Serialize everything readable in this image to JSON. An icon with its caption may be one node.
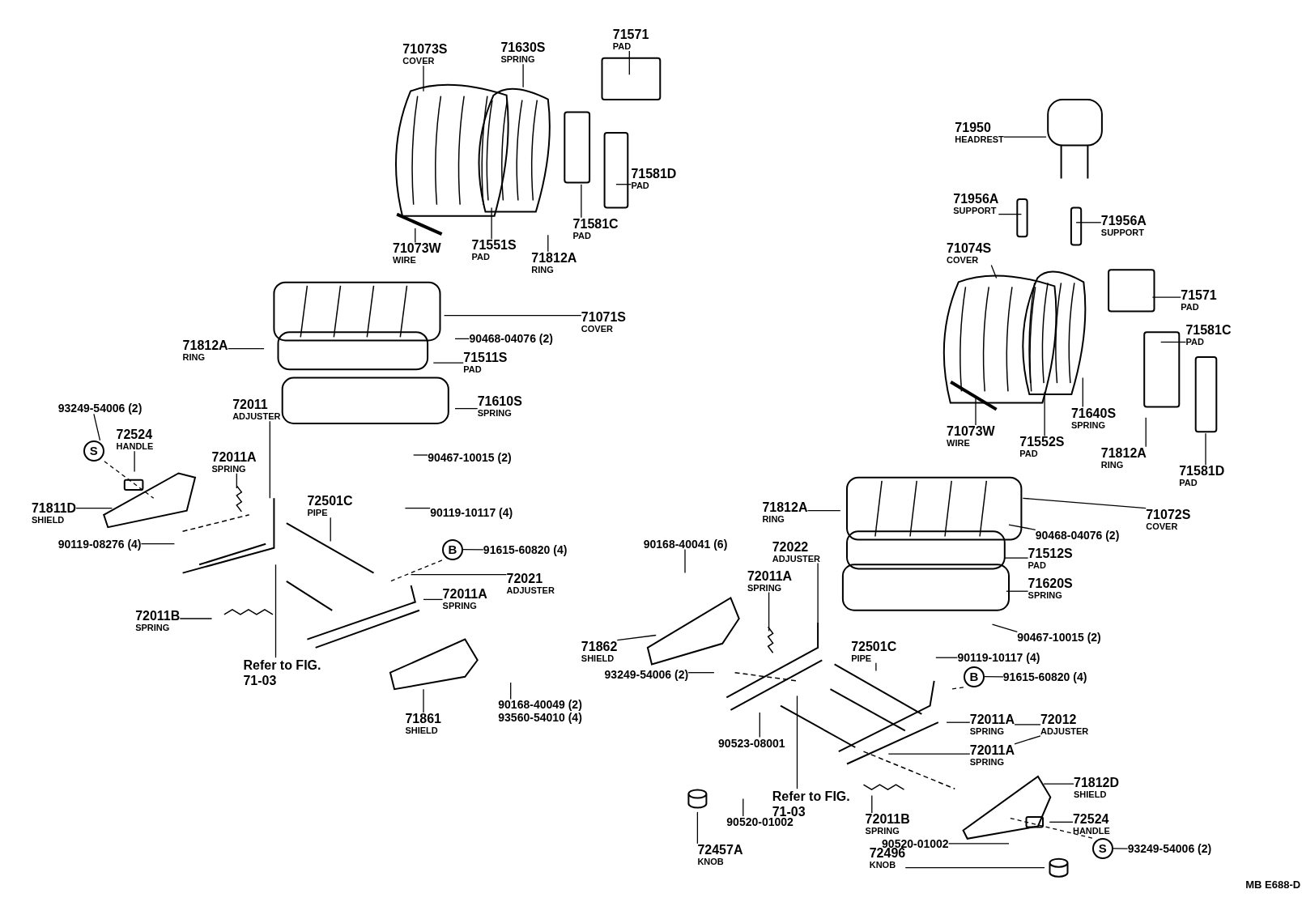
{
  "diagram": {
    "nodes": [
      {
        "text": [
          "71073S",
          "COVER"
        ]
      },
      {
        "text": [
          "71630S",
          "SPRING"
        ]
      },
      {
        "text": [
          "71571",
          "PAD"
        ]
      },
      {
        "text": [
          "71581D",
          "PAD"
        ]
      },
      {
        "text": [
          "71581C",
          "PAD"
        ]
      },
      {
        "text": [
          "71812A",
          "RING"
        ]
      },
      {
        "text": [
          "71073W",
          "WIRE"
        ]
      },
      {
        "text": [
          "71551S",
          "PAD"
        ]
      },
      {
        "text": [
          "71950",
          "HEADREST"
        ]
      },
      {
        "text": [
          "71956A",
          "SUPPORT"
        ]
      },
      {
        "text": [
          "71956A",
          "SUPPORT"
        ]
      },
      {
        "text": [
          "71074S",
          "COVER"
        ]
      },
      {
        "text": [
          "71571",
          "PAD"
        ]
      },
      {
        "text": [
          "71581C",
          "PAD"
        ]
      },
      {
        "text": [
          "71073W",
          "WIRE"
        ]
      },
      {
        "text": [
          "71552S",
          "PAD"
        ]
      },
      {
        "text": [
          "71640S",
          "SPRING"
        ]
      },
      {
        "text": [
          "71812A",
          "RING"
        ]
      },
      {
        "text": [
          "71581D",
          "PAD"
        ]
      },
      {
        "text": [
          "71071S",
          "COVER"
        ]
      },
      {
        "text": [
          "90468-04076 (2)"
        ]
      },
      {
        "text": [
          "71812A",
          "RING"
        ]
      },
      {
        "text": [
          "71511S",
          "PAD"
        ]
      },
      {
        "text": [
          "71610S",
          "SPRING"
        ]
      },
      {
        "text": [
          "90467-10015 (2)"
        ]
      },
      {
        "text": [
          "93249-54006 (2)"
        ]
      },
      {
        "text": [
          "S"
        ]
      },
      {
        "text": [
          "72524",
          "HANDLE"
        ]
      },
      {
        "text": [
          "72011",
          "ADJUSTER"
        ]
      },
      {
        "text": [
          "72011A",
          "SPRING"
        ]
      },
      {
        "text": [
          "71811D",
          "SHIELD"
        ]
      },
      {
        "text": [
          "72501C",
          "PIPE"
        ]
      },
      {
        "text": [
          "90119-10117 (4)"
        ]
      },
      {
        "text": [
          "B"
        ]
      },
      {
        "text": [
          "91615-60820 (4)"
        ]
      },
      {
        "text": [
          "72021",
          "ADJUSTER"
        ]
      },
      {
        "text": [
          "72011A",
          "SPRING"
        ]
      },
      {
        "text": [
          "90119-08276 (4)"
        ]
      },
      {
        "text": [
          "72011B",
          "SPRING"
        ]
      },
      {
        "text": [
          "Refer to FIG. 71-03"
        ]
      },
      {
        "text": [
          "90168-40049 (2)",
          "93560-54010 (4)"
        ]
      },
      {
        "text": [
          "71861",
          "SHIELD"
        ]
      },
      {
        "text": [
          "71812A",
          "RING"
        ]
      },
      {
        "text": [
          "71072S",
          "COVER"
        ]
      },
      {
        "text": [
          "90468-04076 (2)"
        ]
      },
      {
        "text": [
          "71512S",
          "PAD"
        ]
      },
      {
        "text": [
          "71620S",
          "SPRING"
        ]
      },
      {
        "text": [
          "90168-40041 (6)"
        ]
      },
      {
        "text": [
          "72022",
          "ADJUSTER"
        ]
      },
      {
        "text": [
          "72011A",
          "SPRING"
        ]
      },
      {
        "text": [
          "72501C",
          "PIPE"
        ]
      },
      {
        "text": [
          "90467-10015 (2)"
        ]
      },
      {
        "text": [
          "71862",
          "SHIELD"
        ]
      },
      {
        "text": [
          "93249-54006 (2)"
        ]
      },
      {
        "text": [
          "90119-10117 (4)"
        ]
      },
      {
        "text": [
          "B"
        ]
      },
      {
        "text": [
          "91615-60820 (4)"
        ]
      },
      {
        "text": [
          "72011A",
          "SPRING"
        ]
      },
      {
        "text": [
          "72012",
          "ADJUSTER"
        ]
      },
      {
        "text": [
          "72011A",
          "SPRING"
        ]
      },
      {
        "text": [
          "90523-08001"
        ]
      },
      {
        "text": [
          "Refer to FIG. 71-03"
        ]
      },
      {
        "text": [
          "71812D",
          "SHIELD"
        ]
      },
      {
        "text": [
          "72011B",
          "SPRING"
        ]
      },
      {
        "text": [
          "72524",
          "HANDLE"
        ]
      },
      {
        "text": [
          "90520-01002"
        ]
      },
      {
        "text": [
          "72457A",
          "KNOB"
        ]
      },
      {
        "text": [
          "90520-01002"
        ]
      },
      {
        "text": [
          "S"
        ]
      },
      {
        "text": [
          "93249-54006 (2)"
        ]
      },
      {
        "text": [
          "72496",
          "KNOB"
        ]
      }
    ],
    "edges": [
      {
        "from": 0,
        "to": null,
        "arrow": "none"
      },
      {
        "from": 1,
        "to": null,
        "arrow": "none"
      },
      {
        "from": 2,
        "to": null,
        "arrow": "none"
      },
      {
        "from": 3,
        "to": null,
        "arrow": "none"
      },
      {
        "from": 4,
        "to": null,
        "arrow": "none"
      },
      {
        "from": 5,
        "to": null,
        "arrow": "none"
      },
      {
        "from": 6,
        "to": null,
        "arrow": "none"
      },
      {
        "from": 7,
        "to": null,
        "arrow": "none"
      },
      {
        "from": 8,
        "to": null,
        "arrow": "none"
      },
      {
        "from": 9,
        "to": null,
        "arrow": "none"
      },
      {
        "from": 10,
        "to": null,
        "arrow": "none"
      },
      {
        "from": 11,
        "to": null,
        "arrow": "none"
      },
      {
        "from": 12,
        "to": null,
        "arrow": "none"
      },
      {
        "from": 13,
        "to": null,
        "arrow": "none"
      },
      {
        "from": 14,
        "to": null,
        "arrow": "none"
      },
      {
        "from": 15,
        "to": null,
        "arrow": "none"
      },
      {
        "from": 16,
        "to": null,
        "arrow": "none"
      },
      {
        "from": 17,
        "to": null,
        "arrow": "none"
      },
      {
        "from": 18,
        "to": null,
        "arrow": "none"
      },
      {
        "from": 19,
        "to": null,
        "arrow": "none"
      },
      {
        "from": 20,
        "to": null,
        "arrow": "none"
      },
      {
        "from": 21,
        "to": null,
        "arrow": "none"
      },
      {
        "from": 22,
        "to": null,
        "arrow": "none"
      },
      {
        "from": 23,
        "to": null,
        "arrow": "none"
      },
      {
        "from": 24,
        "to": null,
        "arrow": "none"
      },
      {
        "from": 25,
        "to": 26,
        "arrow": "none"
      },
      {
        "from": 26,
        "to": null,
        "arrow": "none",
        "style": "dashed"
      },
      {
        "from": 27,
        "to": null,
        "arrow": "none"
      },
      {
        "from": 28,
        "to": null,
        "arrow": "none"
      },
      {
        "from": 29,
        "to": null,
        "arrow": "none"
      },
      {
        "from": 30,
        "to": null,
        "arrow": "none"
      },
      {
        "from": 31,
        "to": null,
        "arrow": "none"
      },
      {
        "from": 32,
        "to": null,
        "arrow": "none"
      },
      {
        "from": 34,
        "to": 33,
        "arrow": "none"
      },
      {
        "from": 33,
        "to": null,
        "arrow": "none",
        "style": "dashed"
      },
      {
        "from": 35,
        "to": null,
        "arrow": "none"
      },
      {
        "from": 36,
        "to": null,
        "arrow": "none"
      },
      {
        "from": 37,
        "to": null,
        "arrow": "none"
      },
      {
        "from": 38,
        "to": null,
        "arrow": "none"
      },
      {
        "from": 39,
        "to": null,
        "arrow": "none"
      },
      {
        "from": 40,
        "to": null,
        "arrow": "none"
      },
      {
        "from": 41,
        "to": null,
        "arrow": "none"
      },
      {
        "from": 42,
        "to": null,
        "arrow": "none"
      },
      {
        "from": 43,
        "to": null,
        "arrow": "none"
      },
      {
        "from": 44,
        "to": null,
        "arrow": "none"
      },
      {
        "from": 45,
        "to": null,
        "arrow": "none"
      },
      {
        "from": 46,
        "to": null,
        "arrow": "none"
      },
      {
        "from": 47,
        "to": null,
        "arrow": "none"
      },
      {
        "from": 48,
        "to": null,
        "arrow": "none"
      },
      {
        "from": 49,
        "to": null,
        "arrow": "none"
      },
      {
        "from": 50,
        "to": null,
        "arrow": "none"
      },
      {
        "from": 51,
        "to": null,
        "arrow": "none"
      },
      {
        "from": 52,
        "to": null,
        "arrow": "none"
      },
      {
        "from": 53,
        "to": null,
        "arrow": "none"
      },
      {
        "from": 54,
        "to": null,
        "arrow": "none"
      },
      {
        "from": 56,
        "to": 55,
        "arrow": "none"
      },
      {
        "from": 55,
        "to": null,
        "arrow": "none",
        "style": "dashed"
      },
      {
        "from": 57,
        "to": null,
        "arrow": "none"
      },
      {
        "from": 58,
        "to": 57,
        "arrow": "none"
      },
      {
        "from": 58,
        "to": 59,
        "arrow": "none"
      },
      {
        "from": 59,
        "to": null,
        "arrow": "none"
      },
      {
        "from": 60,
        "to": null,
        "arrow": "none"
      },
      {
        "from": 61,
        "to": null,
        "arrow": "none"
      },
      {
        "from": 62,
        "to": null,
        "arrow": "none"
      },
      {
        "from": 63,
        "to": null,
        "arrow": "none"
      },
      {
        "from": 64,
        "to": null,
        "arrow": "none"
      },
      {
        "from": 65,
        "to": null,
        "arrow": "none"
      },
      {
        "from": 66,
        "to": null,
        "arrow": "none"
      },
      {
        "from": 67,
        "to": null,
        "arrow": "none"
      },
      {
        "from": 69,
        "to": 68,
        "arrow": "none"
      },
      {
        "from": 68,
        "to": null,
        "arrow": "none",
        "style": "dashed"
      },
      {
        "from": 70,
        "to": null,
        "arrow": "none"
      }
    ],
    "labels": [
      "MB E688-D"
    ]
  }
}
